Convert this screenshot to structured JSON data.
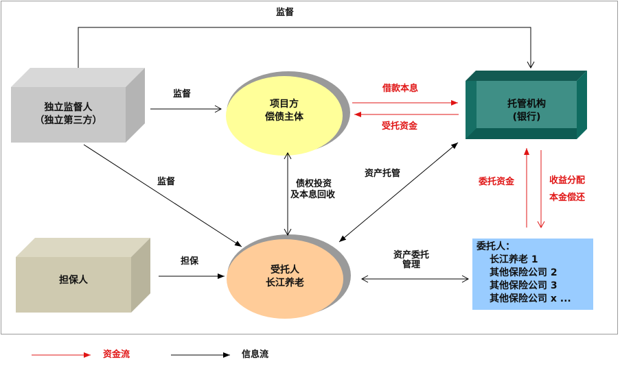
{
  "nodes": {
    "supervisor": {
      "line1": "独立监督人",
      "line2": "（独立第三方）",
      "color": "#c8c8c8"
    },
    "project": {
      "line1": "项目方",
      "line2": "偿债主体",
      "color": "#ffff99"
    },
    "custodian": {
      "line1": "托管机构",
      "line2": "(银行)",
      "color": "#2e8b82"
    },
    "guarantor": {
      "line1": "担保人",
      "color": "#cfcab0"
    },
    "trustee": {
      "line1": "受托人",
      "line2": "长江养老",
      "color": "#ffcc99"
    },
    "principals": {
      "title": "委托人：",
      "items": [
        "长江养老 1",
        "其他保险公司 2",
        "其他保险公司 3",
        "其他保险公司 x ..."
      ],
      "color": "#99ccff"
    }
  },
  "edges": {
    "top_supervision": "监督",
    "supervisor_to_project": "监督",
    "supervisor_to_trustee": "监督",
    "loan_principal_interest": "借款本息",
    "entrusted_funds_to_project": "受托资金",
    "debt_investment": {
      "line1": "债权投资",
      "line2": "及本息回收"
    },
    "asset_custody": "资产托管",
    "entrusted_funds": "委托资金",
    "returns": {
      "line1": "收益分配",
      "line2": "本金偿还"
    },
    "guarantee": "担保",
    "asset_management": {
      "line1": "资产委托",
      "line2": "管理"
    }
  },
  "legend": {
    "fund_flow": {
      "label": "资金流",
      "color": "#e01515"
    },
    "info_flow": {
      "label": "信息流",
      "color": "#000000"
    }
  }
}
